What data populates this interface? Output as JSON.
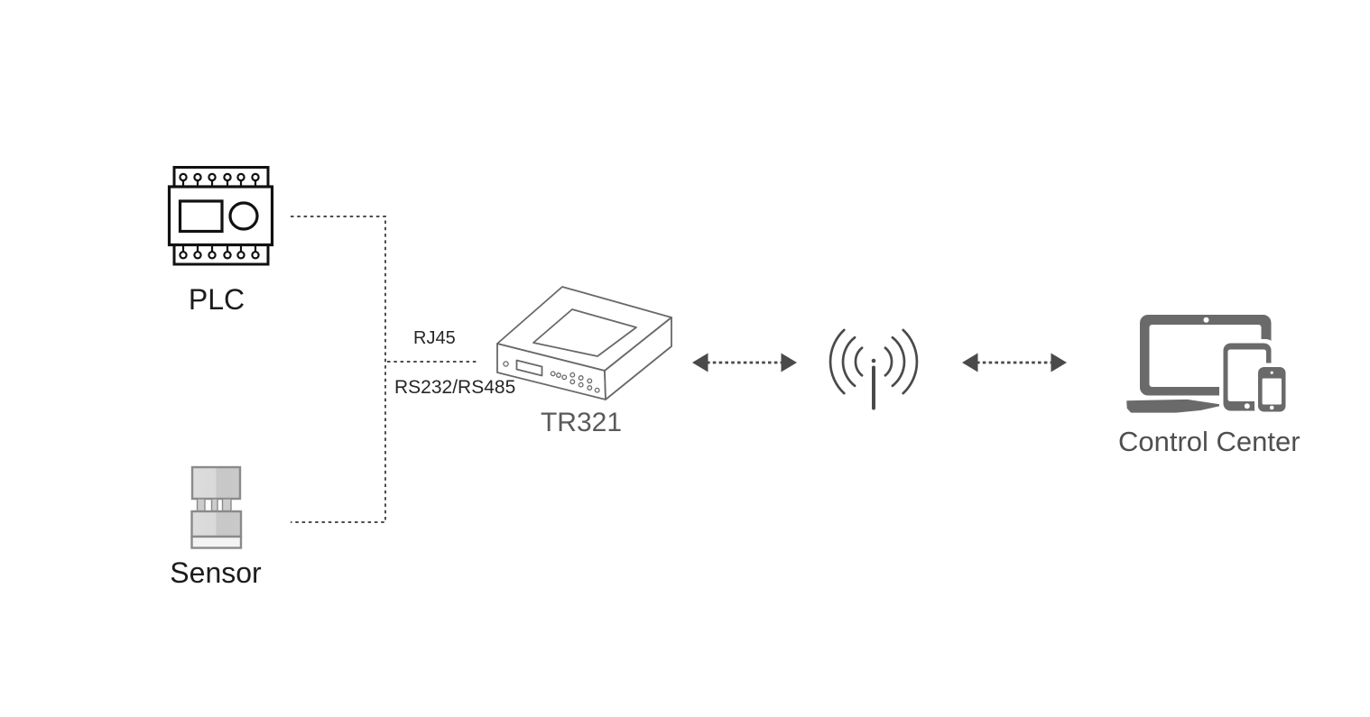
{
  "nodes": {
    "plc": {
      "label": "PLC"
    },
    "sensor": {
      "label": "Sensor"
    },
    "gateway": {
      "label": "TR321"
    },
    "control_center": {
      "label": "Control Center"
    }
  },
  "links": {
    "rj45_label": "RJ45",
    "serial_label": "RS232/RS485"
  },
  "icons": {
    "plc": "plc-terminal-block-icon",
    "sensor": "sensor-icon",
    "gateway": "tr321-router-3d-icon",
    "wireless": "antenna-radio-waves-icon",
    "control_center": "laptop-tablet-phone-icon",
    "left_arrow": "dashed-double-arrow-icon",
    "right_arrow": "dashed-double-arrow-icon"
  },
  "colors": {
    "background": "#ffffff",
    "connector_line": "#4d4d4d",
    "arrow": "#4a4a4a",
    "antenna": "#4a4a4a",
    "plc_outline": "#111111",
    "gateway_outline": "#686868",
    "device_gray": "#6a6a6a",
    "sensor_outline": "#8a8a8a",
    "sensor_fill_light": "#d9d9d9",
    "sensor_fill_dark": "#c8c8c8",
    "sensor_band": "#f3f3f3",
    "text_black": "#1c1c1c",
    "text_gray_tr321": "#5a5a5a",
    "text_gray_cc": "#4f4f4f"
  }
}
